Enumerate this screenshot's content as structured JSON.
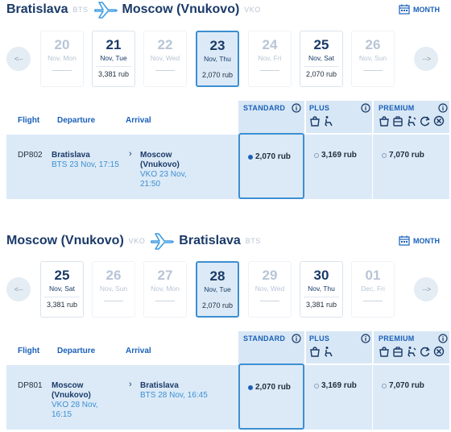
{
  "trips": [
    {
      "from_city": "Bratislava",
      "from_code": "BTS",
      "to_city": "Moscow (Vnukovo)",
      "to_code": "VKO",
      "month_label": "MONTH",
      "days": [
        {
          "num": "20",
          "label": "Nov, Mon",
          "price": "",
          "state": "muted"
        },
        {
          "num": "21",
          "label": "Nov, Tue",
          "price": "3,381 rub",
          "state": "avail"
        },
        {
          "num": "22",
          "label": "Nov, Wed",
          "price": "",
          "state": "muted"
        },
        {
          "num": "23",
          "label": "Nov, Thu",
          "price": "2,070 rub",
          "state": "sel"
        },
        {
          "num": "24",
          "label": "Nov, Fri",
          "price": "",
          "state": "muted"
        },
        {
          "num": "25",
          "label": "Nov, Sat",
          "price": "2,070 rub",
          "state": "avail"
        },
        {
          "num": "26",
          "label": "Nov, Sun",
          "price": "",
          "state": "muted"
        }
      ],
      "headers": {
        "flight": "Flight",
        "departure": "Departure",
        "arrival": "Arrival"
      },
      "fares": {
        "standard": "STANDARD",
        "plus": "PLUS",
        "premium": "PREMIUM"
      },
      "flight": {
        "number": "DP802",
        "dep_city": "Bratislava",
        "dep_info": "BTS 23 Nov, 17:15",
        "arr_city": "Moscow (Vnukovo)",
        "arr_info": "VKO 23 Nov, 21:50",
        "std_price": "2,070 rub",
        "plus_price": "3,169 rub",
        "premium_price": "7,070 rub"
      }
    },
    {
      "from_city": "Moscow (Vnukovo)",
      "from_code": "VKO",
      "to_city": "Bratislava",
      "to_code": "BTS",
      "month_label": "MONTH",
      "days": [
        {
          "num": "25",
          "label": "Nov, Sat",
          "price": "3,381 rub",
          "state": "avail"
        },
        {
          "num": "26",
          "label": "Nov, Sun",
          "price": "",
          "state": "muted"
        },
        {
          "num": "27",
          "label": "Nov, Mon",
          "price": "",
          "state": "muted"
        },
        {
          "num": "28",
          "label": "Nov, Tue",
          "price": "2,070 rub",
          "state": "sel"
        },
        {
          "num": "29",
          "label": "Nov, Wed",
          "price": "",
          "state": "muted"
        },
        {
          "num": "30",
          "label": "Nov, Thu",
          "price": "3,381 rub",
          "state": "avail"
        },
        {
          "num": "01",
          "label": "Dec, Fri",
          "price": "",
          "state": "muted"
        }
      ],
      "headers": {
        "flight": "Flight",
        "departure": "Departure",
        "arrival": "Arrival"
      },
      "fares": {
        "standard": "STANDARD",
        "plus": "PLUS",
        "premium": "PREMIUM"
      },
      "flight": {
        "number": "DP801",
        "dep_city": "Moscow (Vnukovo)",
        "dep_info": "VKO 28 Nov, 16:15",
        "arr_city": "Bratislava",
        "arr_info": "BTS 28 Nov, 16:45",
        "std_price": "2,070 rub",
        "plus_price": "3,169 rub",
        "premium_price": "7,070 rub"
      }
    }
  ],
  "icons": {
    "prev": "arrow-left-icon",
    "next": "arrow-right-icon",
    "plane": "airplane-icon",
    "calendar": "calendar-icon",
    "info": "info-icon",
    "bag": "hand-luggage-icon",
    "seat": "seat-selection-icon",
    "suitcase": "checked-baggage-icon",
    "priority": "priority-boarding-icon",
    "refund": "refund-icon",
    "cancel": "cancel-icon"
  },
  "colors": {
    "accent": "#1a60b8",
    "selected_bg": "#dceaf7",
    "selected_border": "#3d8fd1",
    "dark_text": "#1a3a68"
  }
}
